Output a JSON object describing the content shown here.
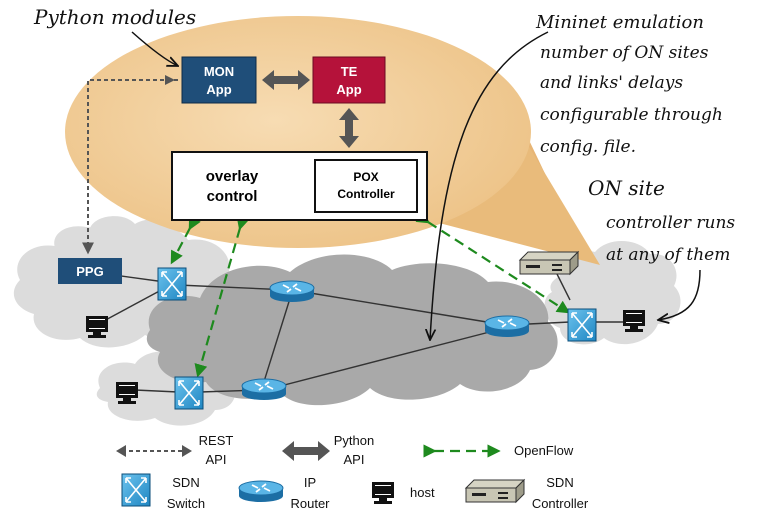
{
  "annotations": {
    "python_modules": "Python modules",
    "mininet_line1": "Mininet emulation",
    "mininet_line2": "number of ON sites",
    "mininet_line3": "and links' delays",
    "mininet_line4": "configurable through",
    "mininet_line5": "config. file.",
    "onsite_line1": "ON site",
    "onsite_line2": "controller runs",
    "onsite_line3": "at any of them"
  },
  "boxes": {
    "mon_line1": "MON",
    "mon_line2": "App",
    "te_line1": "TE",
    "te_line2": "App",
    "overlay_line1": "overlay",
    "overlay_line2": "control",
    "pox_line1": "POX",
    "pox_line2": "Controller",
    "ppg": "PPG"
  },
  "legend": {
    "rest_line1": "REST",
    "rest_line2": "API",
    "python_line1": "Python",
    "python_line2": "API",
    "openflow": "OpenFlow",
    "sdn_switch_line1": "SDN",
    "sdn_switch_line2": "Switch",
    "ip_router_line1": "IP",
    "ip_router_line2": "Router",
    "host": "host",
    "sdn_controller_line1": "SDN",
    "sdn_controller_line2": "Controller"
  },
  "colors": {
    "mon": "#1f4e79",
    "te": "#b5123a",
    "bubble": "#f3cf9b",
    "openflow": "#1e8a1e",
    "cloud": "#dcdcdc",
    "core": "#a9a9a9",
    "switch": "#3aa3d8",
    "router": "#2e86c1"
  }
}
